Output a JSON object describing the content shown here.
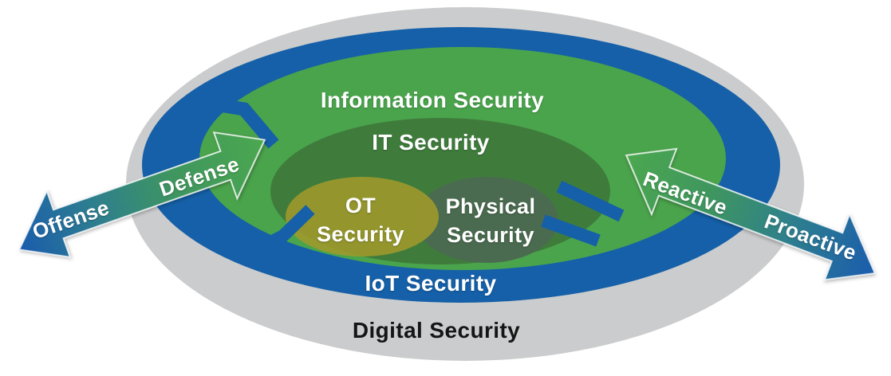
{
  "diagram": {
    "title": "Digital Security nested scope diagram",
    "layers": [
      {
        "id": "digital",
        "label": "Digital Security",
        "color": "#CBCCCD",
        "text_color": "#151515"
      },
      {
        "id": "iot",
        "label": "IoT Security",
        "color": "#1560A8",
        "text_color": "#FFFFFF"
      },
      {
        "id": "information",
        "label": "Information Security",
        "color": "#4AA44C",
        "text_color": "#FFFFFF"
      },
      {
        "id": "it",
        "label": "IT Security",
        "color": "#3F7C3C",
        "text_color": "#FFFFFF"
      },
      {
        "id": "ot",
        "label": "OT Security",
        "lines": [
          "OT",
          "Security"
        ],
        "color": "#A09A2B",
        "text_color": "#FFFFFF"
      },
      {
        "id": "physical",
        "label": "Physical Security",
        "lines": [
          "Physical",
          "Security"
        ],
        "color": "#4A6B4F",
        "text_color": "#FFFFFF"
      }
    ],
    "axes": [
      {
        "side": "left",
        "outer_label": "Offense",
        "inner_label": "Defense"
      },
      {
        "side": "right",
        "inner_label": "Reactive",
        "outer_label": "Proactive"
      }
    ],
    "arrow_gradient": {
      "blue": "#1A5CAD",
      "teal": "#2E7F8E",
      "mid_green": "#3E9560",
      "green": "#4BA84E"
    }
  }
}
